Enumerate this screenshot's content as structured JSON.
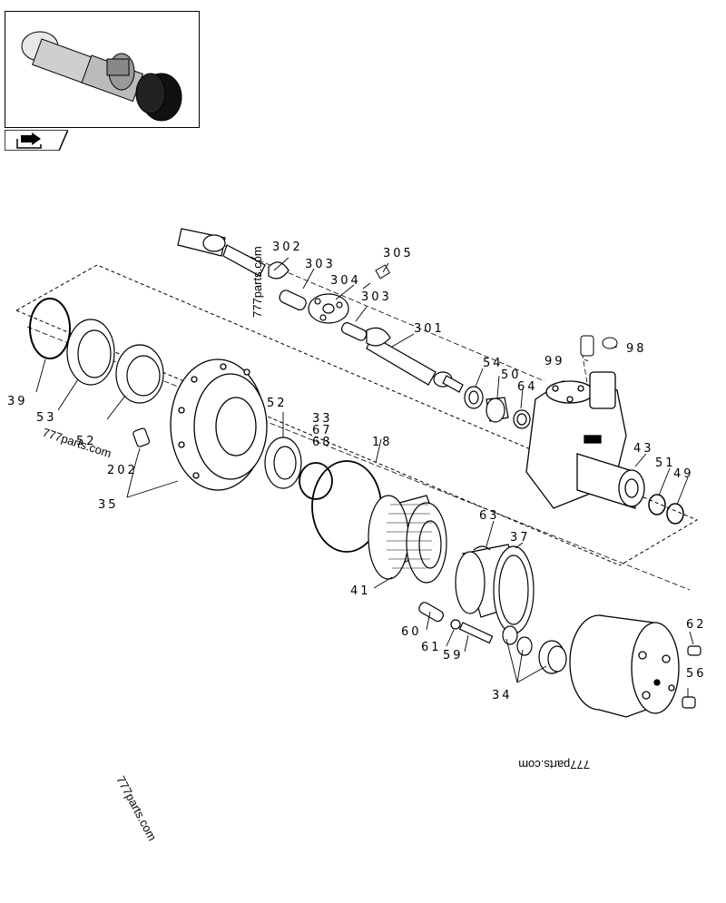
{
  "thumbnail": {
    "icon": "axle-assembly-thumbnail"
  },
  "nav": {
    "icon": "back-arrow-icon"
  },
  "watermarks": [
    "777parts.com",
    "777parts.com",
    "777parts.com",
    "777parts.com"
  ],
  "callouts": {
    "c302": "302",
    "c303a": "303",
    "c305": "305",
    "c304": "304",
    "c303b": "303",
    "c301": "301",
    "c99": "99",
    "c98": "98",
    "c54": "54",
    "c50": "50",
    "c64": "64",
    "c39": "39",
    "c53": "53",
    "c52a": "52",
    "c52b": "52",
    "c33": "33",
    "c67": "67",
    "c68": "68",
    "c18": "18",
    "c202": "202",
    "c35": "35",
    "c43": "43",
    "c51": "51",
    "c49": "49",
    "c63": "63",
    "c37": "37",
    "c41": "41",
    "c60": "60",
    "c61": "61",
    "c59": "59",
    "c62": "62",
    "c56": "56",
    "c34": "34"
  }
}
